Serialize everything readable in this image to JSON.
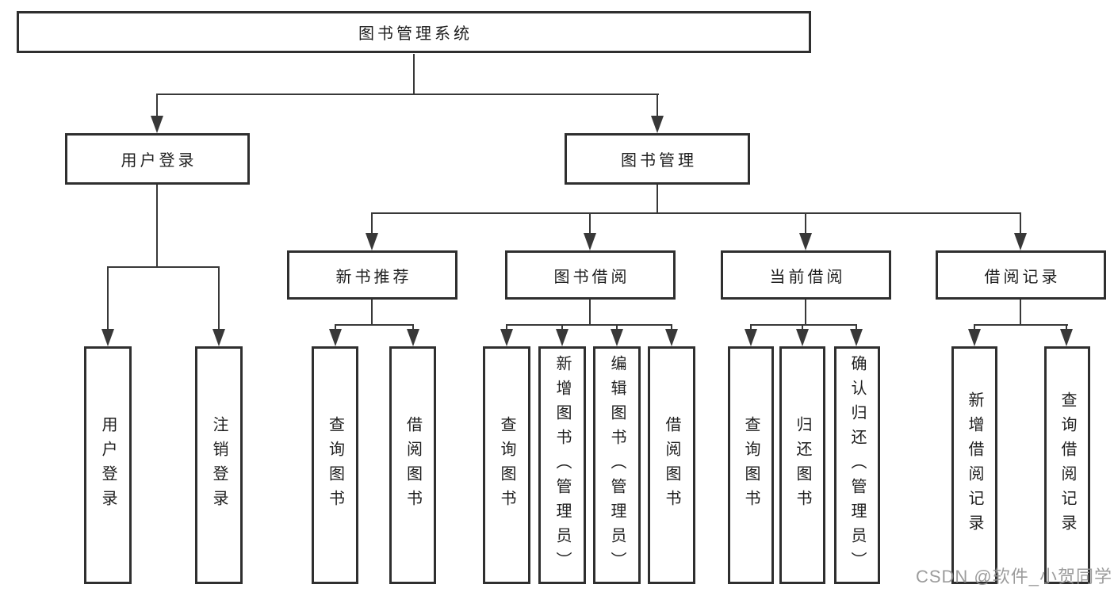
{
  "watermark": "CSDN @软件_小贺同学",
  "colors": {
    "line": "#383838",
    "border": "#2f2f2f",
    "text": "#1e1e1e",
    "background": "#ffffff",
    "watermark": "#949494"
  },
  "tree": {
    "label": "图书管理系统",
    "children": [
      {
        "label": "用户登录",
        "children": [
          {
            "label": "用户登录"
          },
          {
            "label": "注销登录"
          }
        ]
      },
      {
        "label": "图书管理",
        "children": [
          {
            "label": "新书推荐",
            "children": [
              {
                "label": "查询图书"
              },
              {
                "label": "借阅图书"
              }
            ]
          },
          {
            "label": "图书借阅",
            "children": [
              {
                "label": "查询图书"
              },
              {
                "label": "新增图书（管理员）"
              },
              {
                "label": "编辑图书（管理员）"
              },
              {
                "label": "借阅图书"
              }
            ]
          },
          {
            "label": "当前借阅",
            "children": [
              {
                "label": "查询图书"
              },
              {
                "label": "归还图书"
              },
              {
                "label": "确认归还（管理员）"
              }
            ]
          },
          {
            "label": "借阅记录",
            "children": [
              {
                "label": "新增借阅记录"
              },
              {
                "label": "查询借阅记录"
              }
            ]
          }
        ]
      }
    ]
  }
}
